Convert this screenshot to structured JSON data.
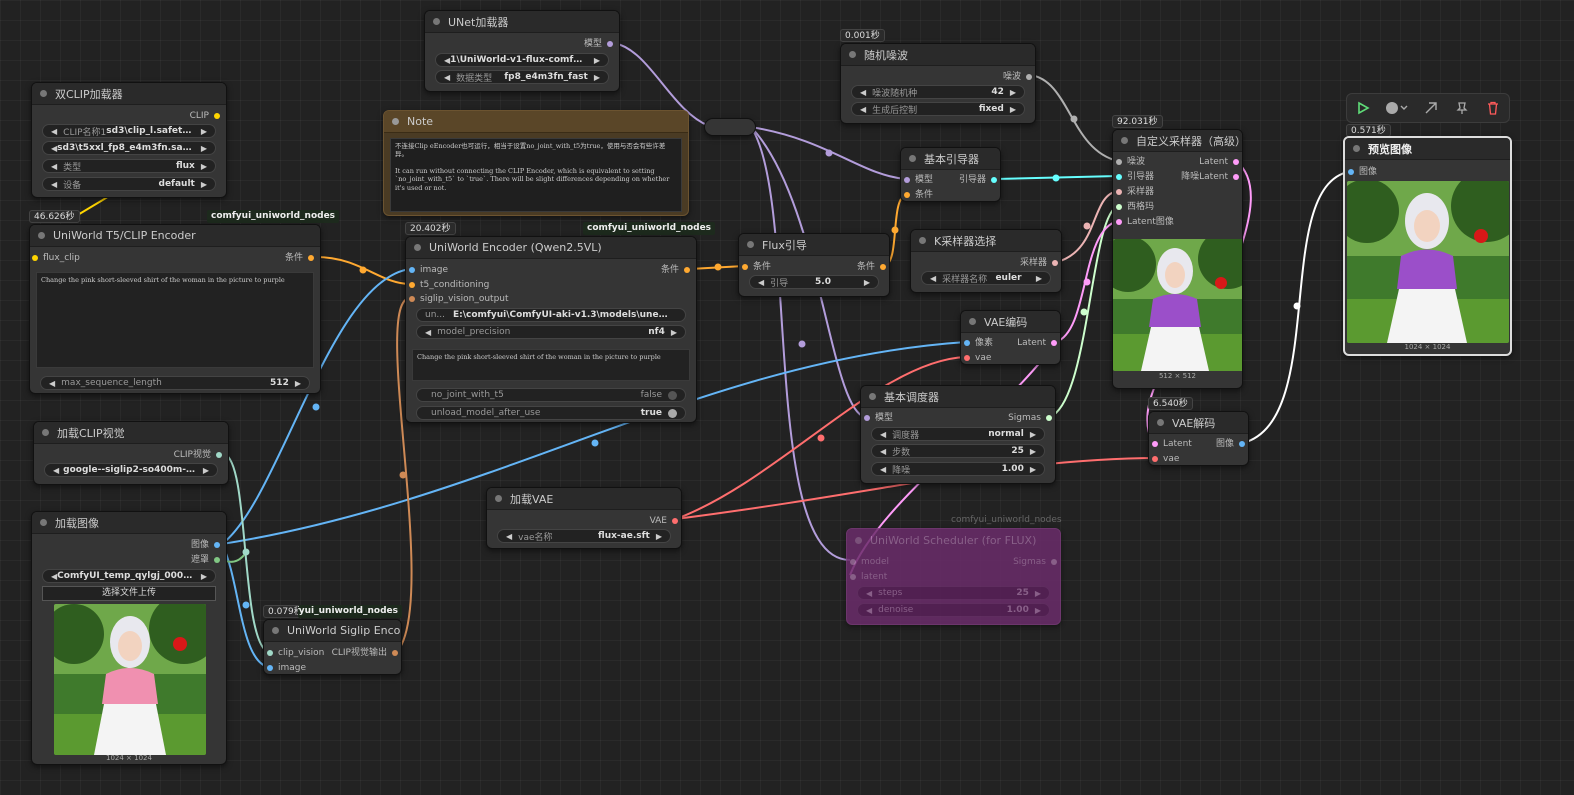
{
  "colors": {
    "clip": "#ffd500",
    "model": "#b39ddb",
    "conditioning": "#ffa931",
    "latent": "#ff9cf9",
    "image": "#64b5f6",
    "vae": "#ff6e6e",
    "clip_vision": "#a1d9c8",
    "sigmas": "#cdffcd",
    "noise": "#b0b0b0",
    "guider": "#66ffff",
    "sampler": "#ecb4b4",
    "mask": "#81c784",
    "siglip": "#cf8a56",
    "dim": "#6a2c6a"
  },
  "group_tag": "comfyui_uniworld_nodes",
  "nodes": {
    "dual_clip": {
      "title": "双CLIP加载器",
      "out_clip": "CLIP",
      "w1_label": "CLIP名称1",
      "w1_value": "sd3\\clip_l.safetensors",
      "w2_value": "sd3\\t5xxl_fp8_e4m3fn.safetensors",
      "w3_label": "类型",
      "w3_value": "flux",
      "w4_label": "设备",
      "w4_value": "default"
    },
    "t5_encoder": {
      "timer": "46.626秒",
      "title": "UniWorld T5/CLIP Encoder",
      "in_flux_clip": "flux_clip",
      "out_cond": "条件",
      "text": "Change the pink short-sleeved shirt of the woman in the picture to purple",
      "w_label": "max_sequence_length",
      "w_value": "512"
    },
    "unet": {
      "title": "UNet加载器",
      "out_model": "模型",
      "w1_value": "1\\UniWorld-v1-flux-comfy-fp8\\Un...",
      "w2_label": "数据类型",
      "w2_value": "fp8_e4m3fn_fast"
    },
    "note": {
      "title": "Note",
      "text1": "不连接Clip eEncoder也可运行，相当于设置no_joint_with_t5为true，使用与否会有些许差异。",
      "text2": "It can run without connecting the CLIP Encoder, which is equivalent to setting `no_joint_with_t5` to `true`. There will be slight differences depending on whether it's used or not."
    },
    "uniworld_encoder": {
      "timer": "20.402秒",
      "title": "UniWorld Encoder (Qwen2.5VL)",
      "in_image": "image",
      "in_t5": "t5_conditioning",
      "in_siglip": "siglip_vision_output",
      "out_cond": "条件",
      "w1_label": "un...",
      "w1_value": "E:\\comfyui\\ComfyUI-aki-v1.3\\models\\unet\\1\\uniworld-nf4-b",
      "w2_label": "model_precision",
      "w2_value": "nf4",
      "text": "Change the pink short-sleeved shirt of the woman in the picture to purple",
      "w3_label": "no_joint_with_t5",
      "w3_value": "false",
      "w4_label": "unload_model_after_use",
      "w4_value": "true"
    },
    "clip_vision": {
      "title": "加载CLIP视觉",
      "out": "CLIP视觉",
      "w_value": "google--siglip2-so400m-patch16-..."
    },
    "load_image": {
      "title": "加载图像",
      "out_image": "图像",
      "out_mask": "遮罩",
      "w_value": "ComfyUI_temp_qylgj_00002_.png",
      "upload": "选择文件上传",
      "caption": "1024 × 1024"
    },
    "siglip_encoder": {
      "timer": "0.079秒",
      "title": "UniWorld Siglip Encoder",
      "in_clip_vision": "clip_vision",
      "in_image": "image",
      "out": "CLIP视觉输出"
    },
    "load_vae": {
      "title": "加载VAE",
      "out": "VAE",
      "w_label": "vae名称",
      "w_value": "flux-ae.sft"
    },
    "flux_guide": {
      "title": "Flux引导",
      "in": "条件",
      "out": "条件",
      "w_label": "引导",
      "w_value": "5.0"
    },
    "random_noise": {
      "timer": "0.001秒",
      "title": "随机噪波",
      "out": "噪波",
      "w1_label": "噪波随机种",
      "w1_value": "42",
      "w2_label": "生成后控制",
      "w2_value": "fixed"
    },
    "basic_guider": {
      "title": "基本引导器",
      "in_model": "模型",
      "in_cond": "条件",
      "out": "引导器"
    },
    "ksampler_select": {
      "title": "K采样器选择",
      "out": "采样器",
      "w_label": "采样器名称",
      "w_value": "euler"
    },
    "vae_encode": {
      "title": "VAE编码",
      "in_pixels": "像素",
      "in_vae": "vae",
      "out": "Latent"
    },
    "basic_scheduler": {
      "title": "基本调度器",
      "in_model": "模型",
      "out": "Sigmas",
      "w1_label": "调度器",
      "w1_value": "normal",
      "w2_label": "步数",
      "w2_value": "25",
      "w3_label": "降噪",
      "w3_value": "1.00"
    },
    "uniworld_scheduler": {
      "title": "UniWorld Scheduler (for FLUX)",
      "in_model": "model",
      "in_latent": "latent",
      "out": "Sigmas",
      "w1_label": "steps",
      "w1_value": "25",
      "w2_label": "denoise",
      "w2_value": "1.00"
    },
    "custom_sampler": {
      "timer": "92.031秒",
      "title": "自定义采样器（高级）",
      "in_noise": "噪波",
      "in_guider": "引导器",
      "in_sampler": "采样器",
      "in_sigmas": "西格玛",
      "in_latent": "Latent图像",
      "out_latent": "Latent",
      "out_denoised": "降噪Latent",
      "caption": "512 × 512"
    },
    "vae_decode": {
      "timer": "6.540秒",
      "title": "VAE解码",
      "in_latent": "Latent",
      "in_vae": "vae",
      "out": "图像"
    },
    "preview": {
      "timer": "0.571秒",
      "title": "预览图像",
      "in": "图像",
      "caption": "1024 × 1024"
    }
  },
  "toolbar": {
    "icons": [
      "run-icon",
      "color-icon",
      "bypass-icon",
      "pin-icon",
      "delete-icon"
    ]
  }
}
